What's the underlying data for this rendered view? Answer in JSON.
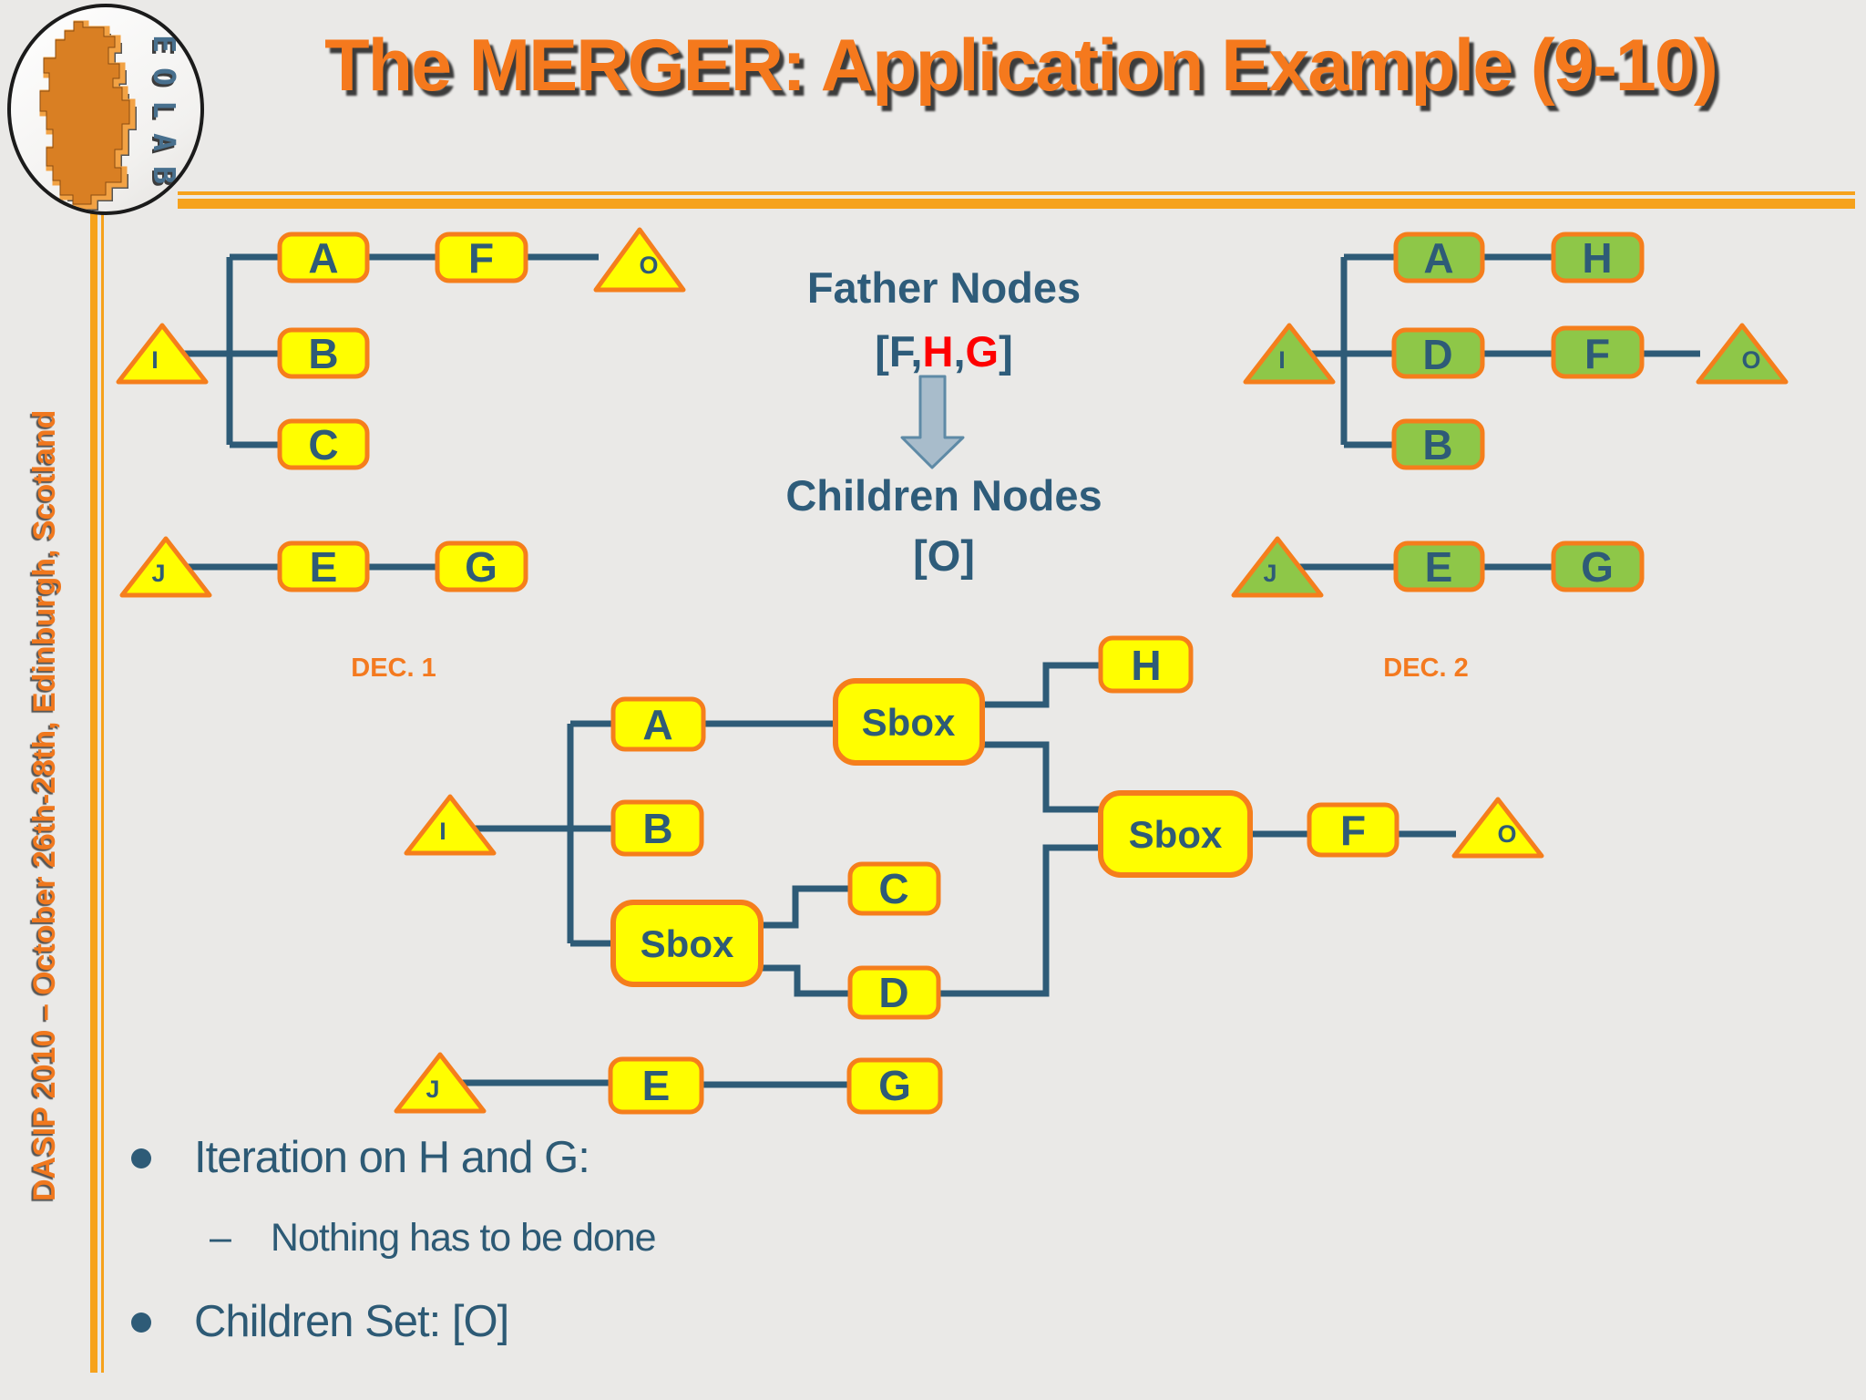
{
  "title": "The MERGER: Application Example (9-10)",
  "logo": {
    "letters": [
      "E",
      "O",
      "L",
      "A",
      "B"
    ]
  },
  "sidebar": {
    "text": "DASIP 2010 – October 26th-28th, Edinburgh, Scotland"
  },
  "center": {
    "father_label": "Father Nodes",
    "father_set": {
      "open": "[F,",
      "h": "H",
      "comma": ",",
      "g": "G",
      "close": "]"
    },
    "children_label": "Children Nodes",
    "children_set": "[O]"
  },
  "dec1": {
    "label": "DEC. 1",
    "nodes": {
      "i": "I",
      "a": "A",
      "f": "F",
      "o": "O",
      "b": "B",
      "c": "C",
      "j": "J",
      "e": "E",
      "g": "G"
    }
  },
  "dec2": {
    "label": "DEC. 2",
    "nodes": {
      "i": "I",
      "a": "A",
      "h": "H",
      "d": "D",
      "f": "F",
      "o": "O",
      "b": "B",
      "j": "J",
      "e": "E",
      "g": "G"
    }
  },
  "merged": {
    "nodes": {
      "i": "I",
      "a": "A",
      "b": "B",
      "sbox_top": "Sbox",
      "h": "H",
      "sbox_left": "Sbox",
      "c": "C",
      "d": "D",
      "sbox_right": "Sbox",
      "f": "F",
      "o": "O",
      "j": "J",
      "e": "E",
      "g": "G"
    }
  },
  "bullets": {
    "item1": "Iteration on H and G:",
    "item1_sub_dash": "–",
    "item1_sub": "Nothing has to be done",
    "item2": "Children Set: [O]"
  },
  "colors": {
    "accent_orange": "#F5791D",
    "rule_amber": "#F6A21C",
    "node_yellow": "#FFFE00",
    "node_green": "#8EC748",
    "node_border": "#F57E1C",
    "wire_blue": "#2E5B77",
    "text_blue": "#2E5C7A",
    "highlight_red": "#FE0000",
    "arrow_fill": "#A8BCCB"
  }
}
